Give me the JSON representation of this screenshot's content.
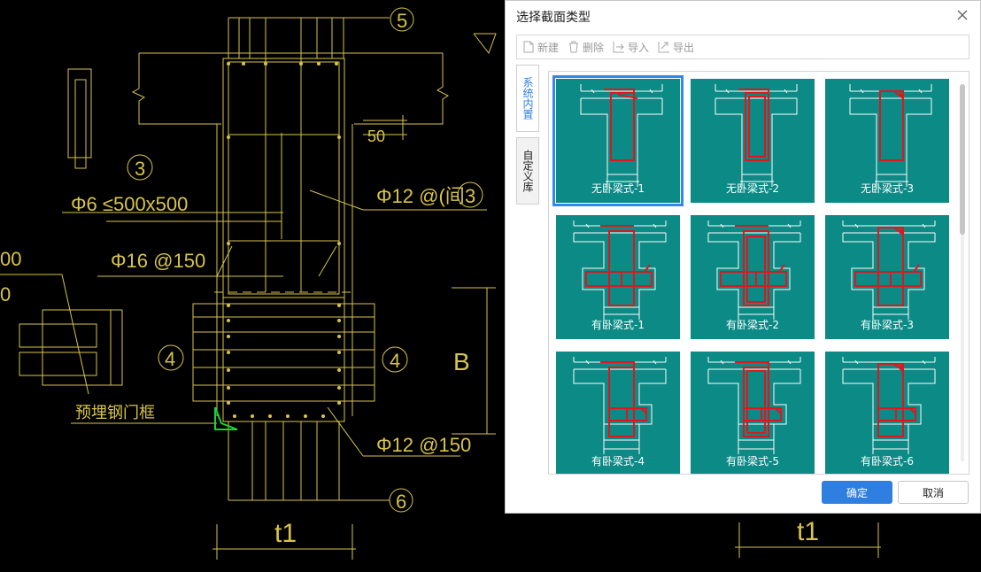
{
  "cad": {
    "labels": {
      "circle5": "5",
      "circle3_left": "3",
      "circle3_right": "3",
      "circle4_left": "4",
      "circle4_right": "4",
      "circle6": "6",
      "phi6": "Φ6 ≤500x500",
      "phi16": "Φ16 @150",
      "phi12_top": "Φ12 @(间",
      "phi12_bottom": "Φ12 @150",
      "embed_frame": "预埋钢门框",
      "dim_b": "B",
      "dim_t1_left": "t1",
      "dim_t1_right": "t1",
      "dim_50": "50",
      "left_00": "00",
      "left_0": "0"
    }
  },
  "dialog": {
    "title": "选择截面类型",
    "toolbar": {
      "new": "新建",
      "delete": "删除",
      "import": "导入",
      "export": "导出"
    },
    "side_tabs": {
      "system": "系统内置",
      "custom": "自定义库"
    },
    "items": [
      {
        "label": "无卧梁式-1",
        "kind": "no-ring",
        "variant": 1,
        "selected": true
      },
      {
        "label": "无卧梁式-2",
        "kind": "no-ring",
        "variant": 2,
        "selected": false
      },
      {
        "label": "无卧梁式-3",
        "kind": "no-ring",
        "variant": 3,
        "selected": false
      },
      {
        "label": "有卧梁式-1",
        "kind": "ring-cross",
        "variant": 1,
        "selected": false
      },
      {
        "label": "有卧梁式-2",
        "kind": "ring-cross",
        "variant": 2,
        "selected": false
      },
      {
        "label": "有卧梁式-3",
        "kind": "ring-cross",
        "variant": 3,
        "selected": false
      },
      {
        "label": "有卧梁式-4",
        "kind": "ring-side",
        "variant": 1,
        "selected": false
      },
      {
        "label": "有卧梁式-5",
        "kind": "ring-side",
        "variant": 2,
        "selected": false
      },
      {
        "label": "有卧梁式-6",
        "kind": "ring-side",
        "variant": 3,
        "selected": false
      }
    ],
    "ok": "确定",
    "cancel": "取消",
    "colors": {
      "tile": "#0b8a86",
      "rebar": "#e0161c",
      "accent": "#2f7fe0"
    }
  }
}
